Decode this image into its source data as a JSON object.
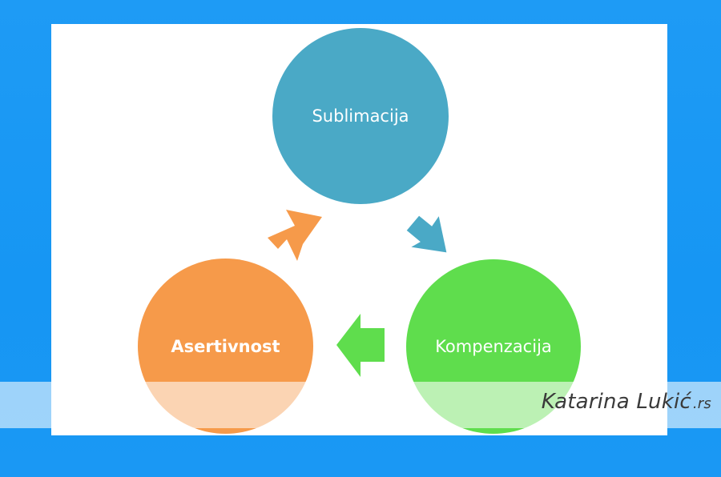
{
  "nodes": {
    "top": "Sublimacija",
    "right": "Kompenzacija",
    "left": "Asertivnost"
  },
  "colors": {
    "top": "#4aa9c6",
    "right": "#5fdd4d",
    "left": "#f69a4a",
    "background": "#1e9bf5"
  },
  "watermark": {
    "name": "Katarina Lukić",
    "tld": ".rs"
  }
}
